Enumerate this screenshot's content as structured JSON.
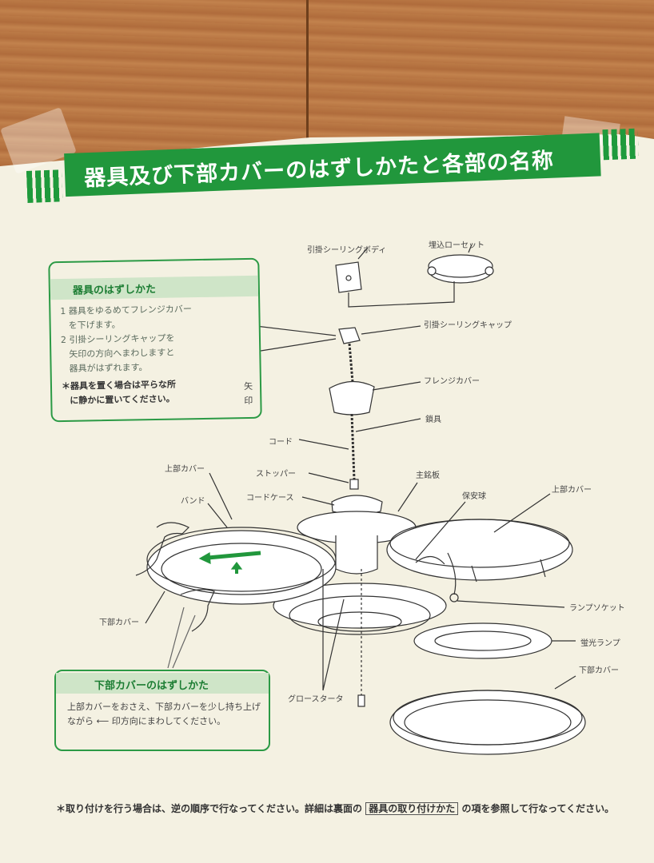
{
  "title": "器具及び下部カバーのはずしかたと各部の名称",
  "box1": {
    "heading": "器具のはずしかた",
    "step1a": "1 器具をゆるめてフレンジカバー",
    "step1b": "を下げます。",
    "step2a": "2 引掛シーリングキャップを",
    "step2b": "矢印の方向へまわしますと",
    "step2c": "器具がはずれます。",
    "note_a": "＊器具を置く場合は平らな所",
    "note_b": "に静かに置いてください。",
    "arrow_label": "矢印"
  },
  "box2": {
    "heading": "下部カバーのはずしかた",
    "text": "上部カバーをおさえ、下部カバーを少し持ち上げながら ⟵ 印方向にまわしてください。"
  },
  "parts": {
    "ceiling_body": "引掛シーリングボディ",
    "rosette": "埋込ローセット",
    "ceiling_cap": "引掛シーリングキャップ",
    "flange_cover": "フレンジカバー",
    "chain": "鎖具",
    "cord": "コード",
    "stopper": "ストッパー",
    "cord_case": "コードケース",
    "name_plate": "主銘板",
    "safety_bulb": "保安球",
    "upper_cover_left": "上部カバー",
    "upper_cover_right": "上部カバー",
    "band": "バンド",
    "lower_cover_left": "下部カバー",
    "lamp_socket": "ランプソケット",
    "fluorescent_lamp": "蛍光ランプ",
    "lower_cover_right": "下部カバー",
    "glow_starter": "グロースタータ"
  },
  "footer": {
    "part1": "＊取り付けを行う場合は、逆の順序で行なってください。詳細は裏面の",
    "ref": "器具の取り付けかた",
    "part2": "の項を参照して行なってください。"
  },
  "colors": {
    "green": "#21973c",
    "paper": "#f4f1e2",
    "light_green": "#cfe5c8"
  }
}
